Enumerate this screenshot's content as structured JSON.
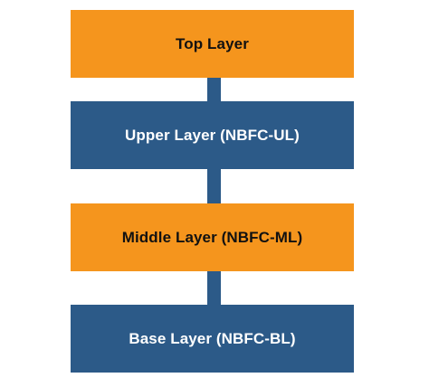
{
  "diagram": {
    "layers": [
      {
        "label": "Top Layer",
        "color": "#f5951d"
      },
      {
        "label": "Upper Layer (NBFC-UL)",
        "color": "#2c5a88"
      },
      {
        "label": "Middle Layer (NBFC-ML)",
        "color": "#f5951d"
      },
      {
        "label": "Base Layer (NBFC-BL)",
        "color": "#2c5a88"
      }
    ],
    "connector_color": "#2c5a88",
    "background_color": "#ffffff"
  }
}
